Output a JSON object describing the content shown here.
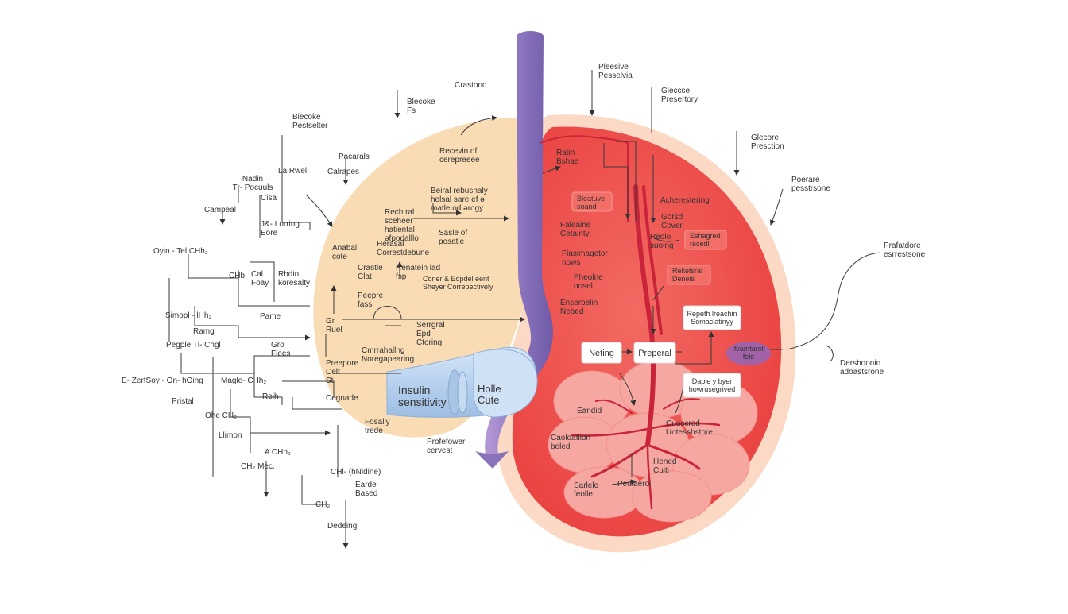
{
  "colors": {
    "left_lobe": "#f9dcb4",
    "right_organ_outer": "#f9cfb8",
    "right_organ_inner": "#ef4b4b",
    "vessel": "#9b84c6",
    "insulin_tube": "#bcd5ee",
    "accent_purple": "#a262a8"
  },
  "icons": [
    "arrow-head-icon"
  ],
  "left_labels": {
    "l01": "Biecoke\nPestselter",
    "l02": "Nadin\nTr- Pocuuls",
    "l03": "Campeal",
    "l04": "Cisa",
    "l05": "La Rwel",
    "l06": "J&- Lorring\nEore",
    "l07": "Oyin - Tel CHh₂",
    "l08": "CHb",
    "l09": "Cal\nFoay",
    "l10": "Rhdin\nkoresalty",
    "l11": "Simopl - lHh₂",
    "l12": "Ramg",
    "l13": "Pegple Tl- Cngl",
    "l14": "Pame",
    "l15": "Gr\nRuel",
    "l16": "Gro\nFlees",
    "l17": "E- ZerfSoy - On- hOing",
    "l18": "Magle- CHh₂",
    "l19": "Pristal",
    "l20": "Reih",
    "l21": "Cegnade",
    "l22": "Ohe CH₂",
    "l23": "Llimon",
    "l24": "A CHh₂",
    "l25": "CH₂ Mec.",
    "l26": "CHl- (hNldine)",
    "l27": "Earde\nBased",
    "l28": "CH₂",
    "l29": "Dedeing"
  },
  "lobe_labels": {
    "b01": "Crastond",
    "b02": "Blecoke\nFs",
    "b03": "Pacarals",
    "b04": "Calrapes",
    "b05": "Recevin of\ncerepreeee",
    "b06": "Beiral rebusnaly\nhelsal sare ef ə\nmatle od ərogy",
    "b07": "Rechtral\nsceheer\nhatiental\nəfpodalllo",
    "b08": "Herasal\nCorrestdebune",
    "b09": "Sasle of\nposatie",
    "b10": "Anabal\ncote",
    "b11": "Crastle\nClat",
    "b12": "Renatein lad\nfsp",
    "b13": "Coner & Eopdel eent\nSheyer Correpectively",
    "b14": "Peepre\nfass",
    "b15": "Serrgral\nEpd\nCtoring",
    "b16": "Cmrrahallng\nNoregapearing",
    "b17": "Preepore\nCelt\nSt",
    "b18": "Fosally\ntrede",
    "b19": "Profefower\ncervest"
  },
  "insulin": {
    "label": "Insulin\nsensitivity",
    "cap_label": "Holle\nCute"
  },
  "top_labels": {
    "t01": "Pleesive\nPesselvia",
    "t02": "Gleccse\nPresertory",
    "t03": "Glecore\nPresction",
    "t04": "Poerare\npesstrsone",
    "t05": "Prafatdore\nesrrestsone",
    "t06": "Dersboonin\nadoastsrone"
  },
  "organ_labels": {
    "o01": "Ratin\nBshae",
    "o02": "Bleatuve\nsoand",
    "o03": "Acherestering",
    "o04": "Gorsd\nCover",
    "o05": "Faleaine\nCetainty",
    "o06": "Reolo\nsuoing",
    "o07": "Eshagred\nrecedl",
    "o08": "Fiasimagetor\nnows",
    "o09": "Reketsral\nDeneis",
    "o10": "Pheolne\noosel",
    "o11": "Enserbelin\nNebed",
    "o12": "Eandid",
    "o13": "Caoloatlion\nbeled",
    "o14": "Cuuccred\nUotesshstore",
    "o15": "Hened\nCuiti",
    "o16": "Sarlelo\nfeolle",
    "o17": "Pediaeroi"
  },
  "boxes": {
    "x01": "Neting",
    "x02": "Preperal",
    "x03": "Repeth lreachin\nSomaclatinyy",
    "x04": "Daple y byer\nhowrusegrived",
    "x05": "Ifvamtarstl\nfele"
  }
}
